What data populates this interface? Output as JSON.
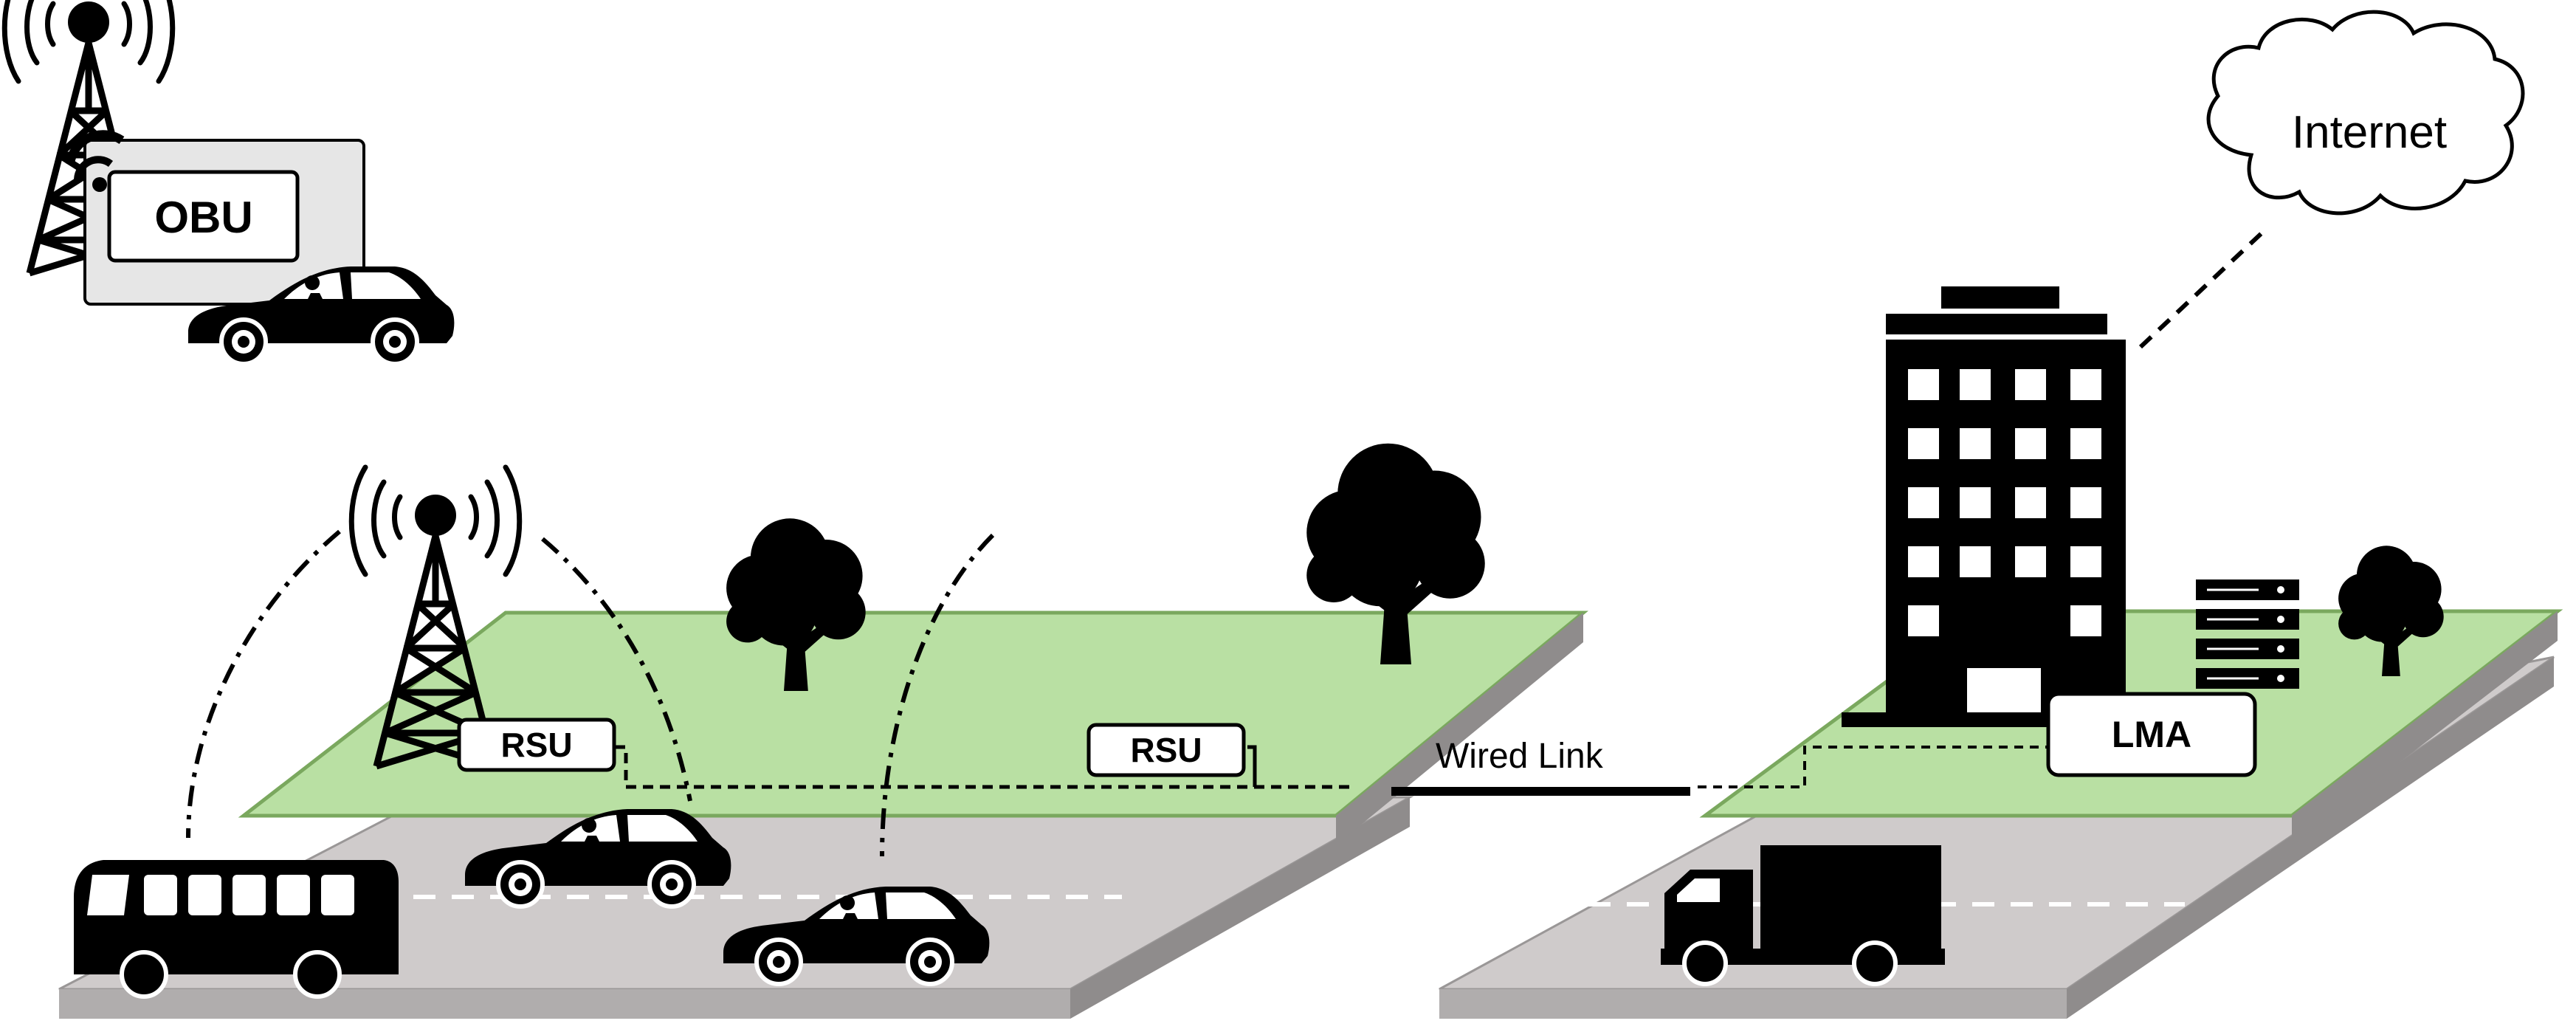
{
  "labels": {
    "obu": "OBU",
    "rsu_left": "RSU",
    "rsu_right": "RSU",
    "lma": "LMA",
    "wired_link": "Wired Link",
    "internet": "Internet"
  },
  "colors": {
    "grass": "#b9e0a3",
    "grass_edge": "#7aa85e",
    "road_top": "#cfcbcb",
    "road_side": "#8f8c8c",
    "road_front": "#b0adad",
    "ink": "#000000",
    "obu_panel": "#e6e6e6"
  },
  "icons": [
    "wifi-icon",
    "car-icon",
    "tower-icon",
    "tree-icon",
    "bus-icon",
    "truck-icon",
    "building-icon",
    "server-icon",
    "cloud-icon"
  ]
}
